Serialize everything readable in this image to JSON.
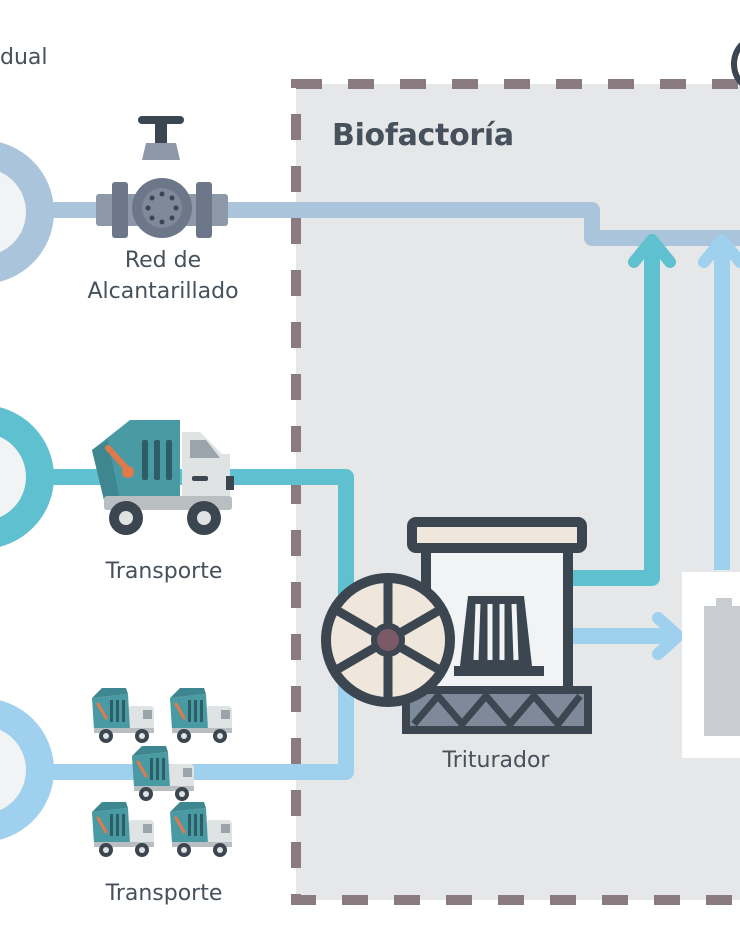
{
  "header": {
    "partial_text": "dual"
  },
  "zone": {
    "title": "Biofactoría"
  },
  "labels": {
    "sewer_line1": "Red de",
    "sewer_line2": "Alcantarillado",
    "transport_1": "Transporte",
    "crusher": "Triturador",
    "transport_2": "Transporte"
  },
  "colors": {
    "zone_bg": "#e6e7e8",
    "zone_border": "#8a7b80",
    "pipe_sewer": "#a9c4db",
    "pipe_teal": "#5fc0cf",
    "pipe_lightblue": "#9fd1ee",
    "dark": "#3b4650",
    "truck_body": "#4a9aa3",
    "truck_cab": "#dfe3e3",
    "valve": "#7e8a9a"
  }
}
